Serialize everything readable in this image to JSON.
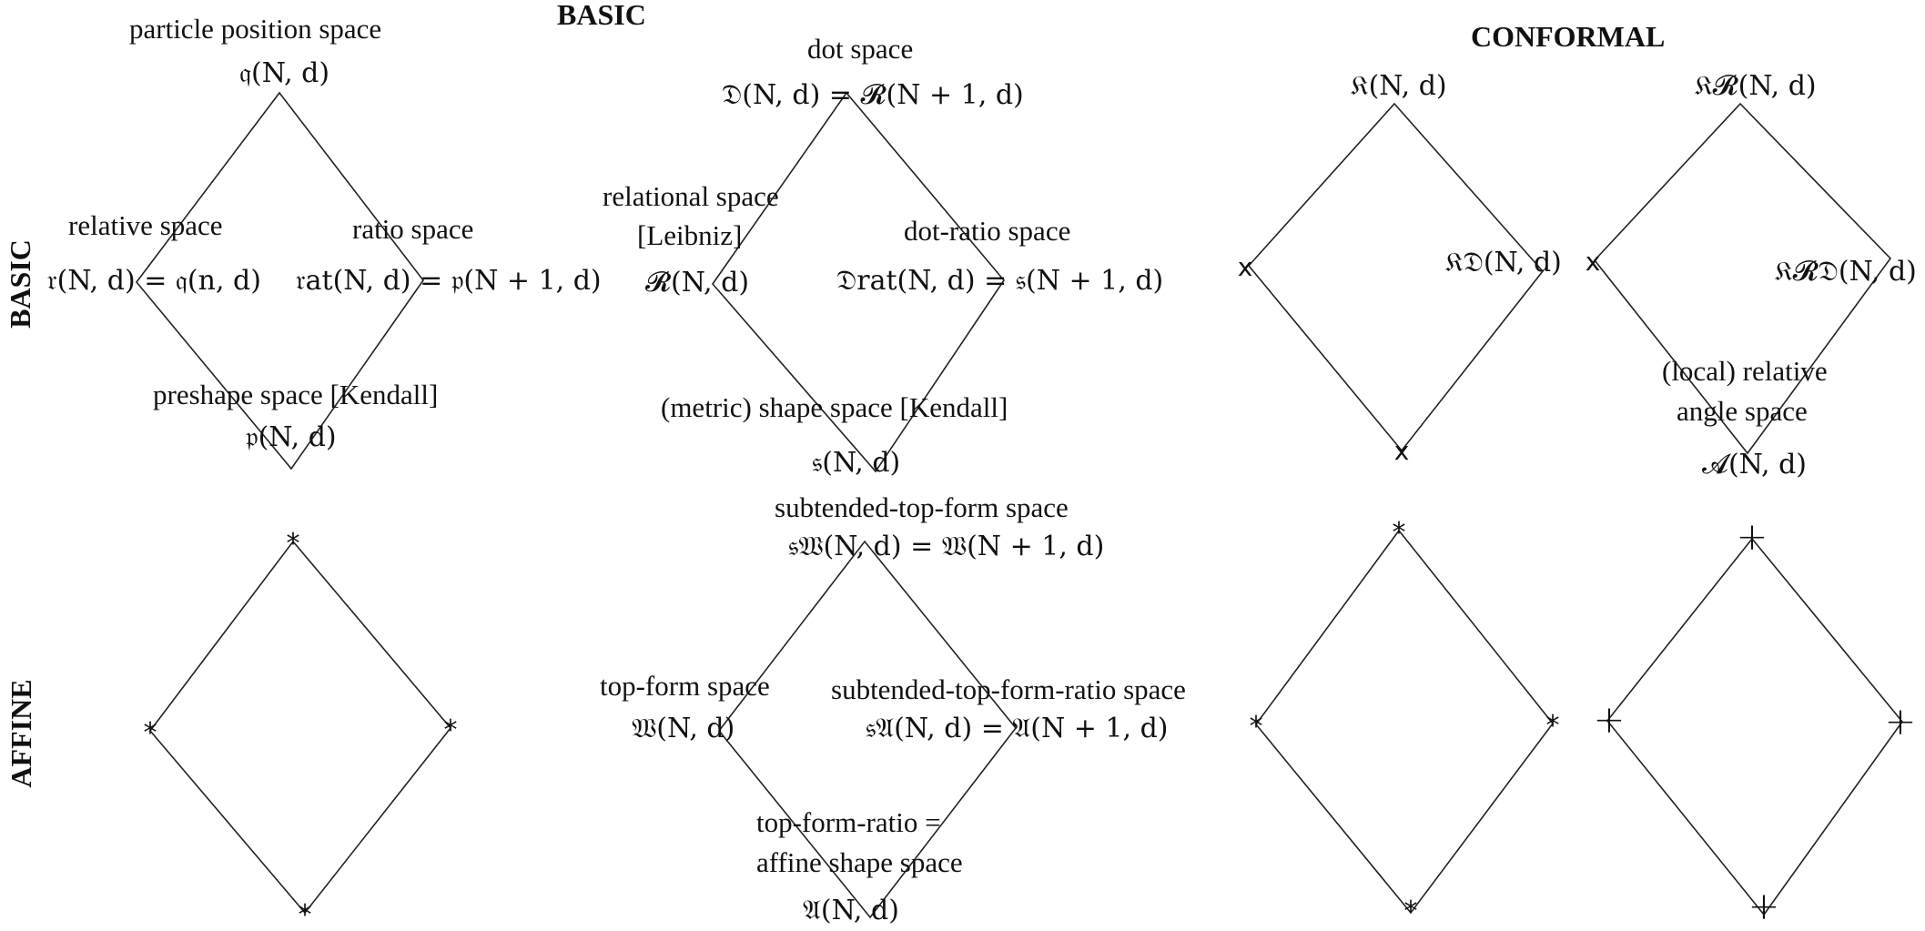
{
  "headers": {
    "basic_top": "BASIC",
    "conformal_top": "CONFORMAL",
    "basic_side": "BASIC",
    "affine_side": "AFFINE"
  },
  "labels": {
    "particle_position_space": "particle position space",
    "q_Nd": "𝔮(N, d)",
    "relative_space": "relative space",
    "r_eq": "𝔯(N, d) = 𝔮(n, d)",
    "ratio_space": "ratio space",
    "rat_eq": "𝔯at(N, d) = 𝔭(N + 1, d)",
    "preshape_space": "preshape space [Kendall]",
    "p_Nd": "𝔭(N, d)",
    "dot_space": "dot space",
    "D_eq": "𝔇(N, d) = 𝓡(N + 1, d)",
    "relational_space_1": "relational space",
    "relational_space_2": "[Leibniz]",
    "R_Nd": "𝓡(N, d)",
    "dot_ratio_space": "dot-ratio space",
    "Drat_eq": "𝔇rat(N, d) = 𝔰(N + 1, d)",
    "metric_shape_space": "(metric) shape space [Kendall]",
    "s_Nd": "𝔰(N, d)",
    "K_Nd": "𝔎(N, d)",
    "KD_Nd": "𝔎𝔇(N, d)",
    "KR_Nd": "𝔎𝓡(N, d)",
    "KRD_Nd": "𝔎𝓡𝔇(N, d)",
    "local_relative_1": "(local) relative",
    "local_relative_2": "angle space",
    "A_Nd": "𝓐(N, d)",
    "subtended_top_form_space": "subtended-top-form space",
    "SW_eq": "𝔰𝔚(N, d) = 𝔚(N + 1, d)",
    "top_form_space": "top-form space",
    "W_Nd": "𝔚(N, d)",
    "subtended_top_form_ratio_space": "subtended-top-form-ratio space",
    "SA_eq": "𝔰𝔄(N, d) = 𝔄(N + 1, d)",
    "top_form_ratio_1": "top-form-ratio  =",
    "top_form_ratio_2": "affine shape space",
    "Aff_Nd": "𝔄(N, d)"
  },
  "markers": {
    "x": "x",
    "star": "*",
    "plus": "+"
  }
}
